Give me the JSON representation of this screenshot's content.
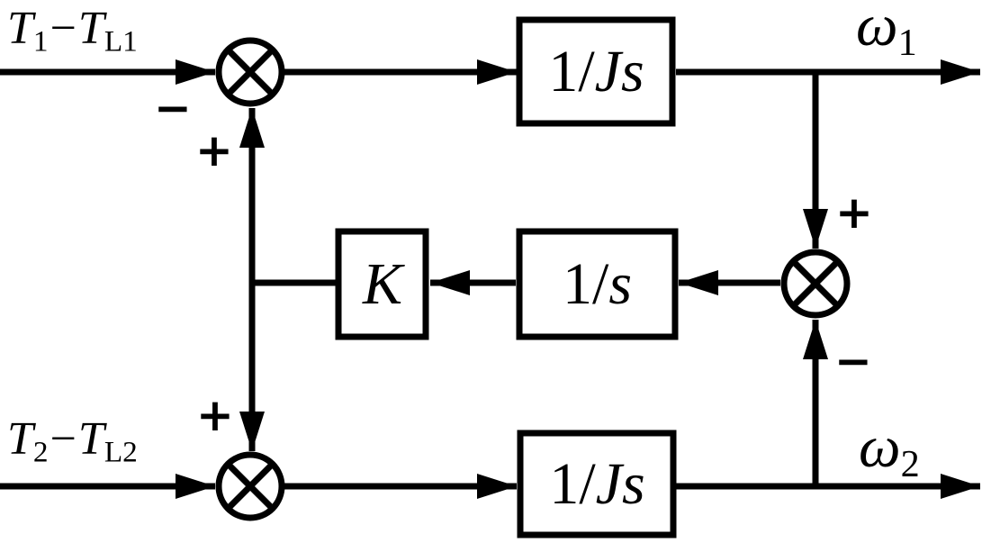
{
  "labels": {
    "input1": {
      "sym1": "T",
      "sub1": "1",
      "op": "−",
      "sym2": "T",
      "sub2": "L1"
    },
    "input2": {
      "sym1": "T",
      "sub1": "2",
      "op": "−",
      "sym2": "T",
      "sub2": "L2"
    },
    "output1": {
      "sym": "ω",
      "sub": "1"
    },
    "output2": {
      "sym": "ω",
      "sub": "2"
    }
  },
  "blocks": {
    "inertia_top": {
      "pre": "1/",
      "var": "Js"
    },
    "integrator_mid": {
      "pre": "1/",
      "var": "s"
    },
    "gain": {
      "var": "K"
    },
    "inertia_bottom": {
      "pre": "1/",
      "var": "Js"
    }
  },
  "signs": {
    "sum_top_minus": "−",
    "sum_top_plus": "+",
    "sum_bottom_plus": "+",
    "sum_right_plus": "+",
    "sum_right_minus": "−"
  },
  "colors": {
    "line": "#000000",
    "background": "#ffffff"
  }
}
